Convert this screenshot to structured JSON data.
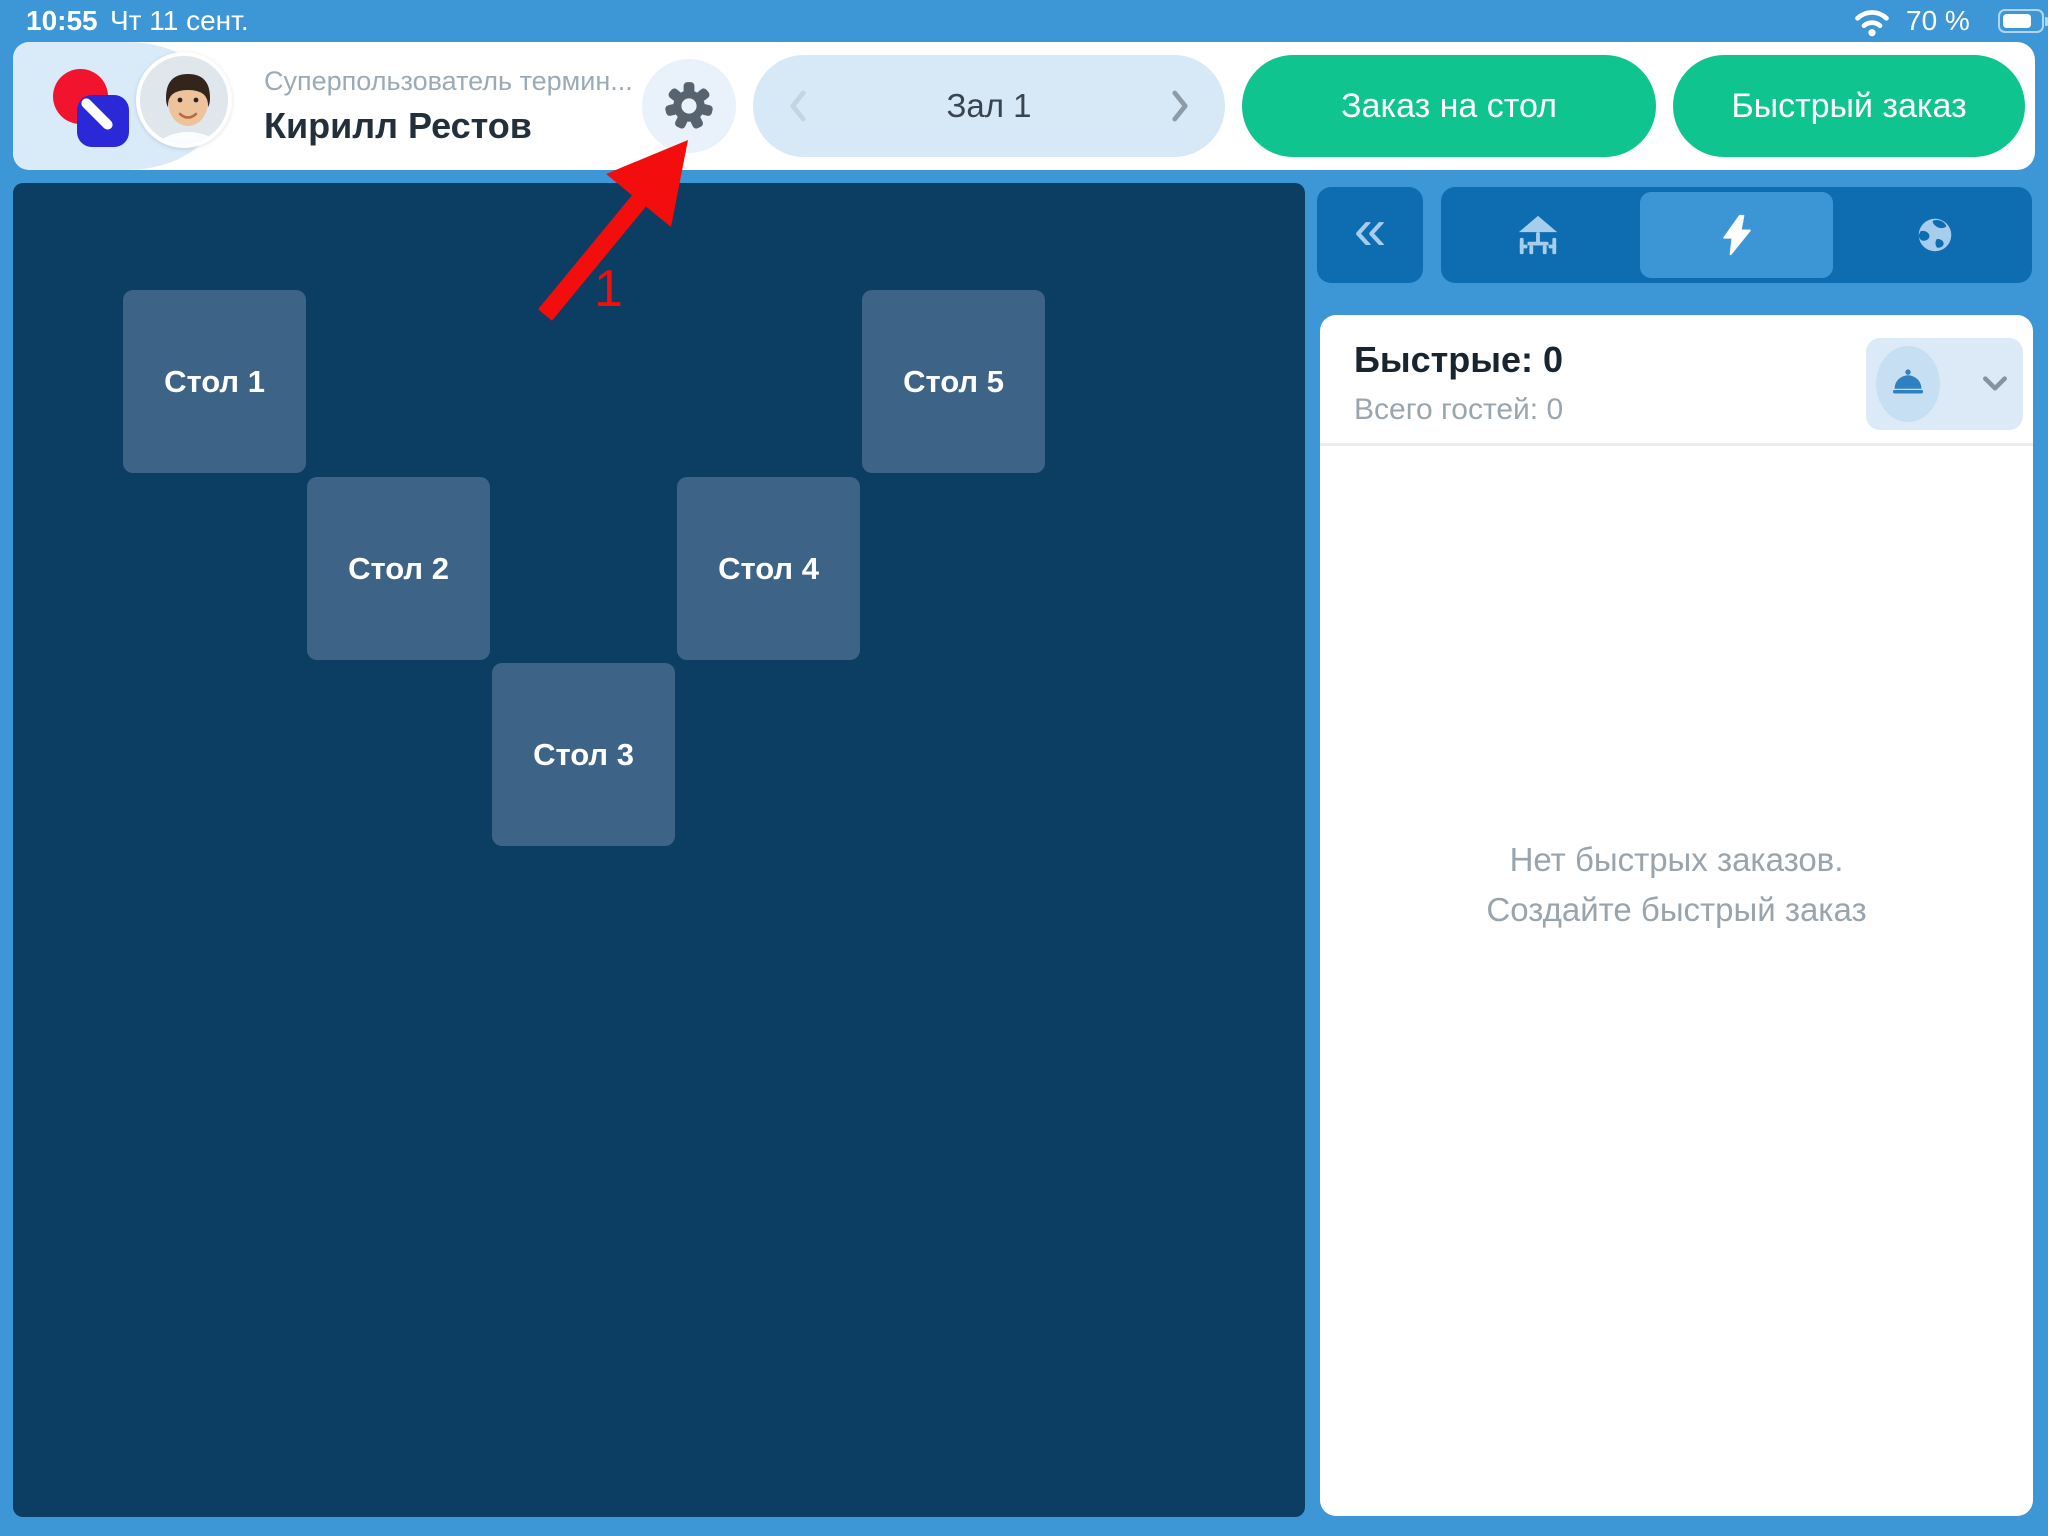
{
  "status_bar": {
    "time": "10:55",
    "date": "Чт 11 сент.",
    "battery_percent": "70 %"
  },
  "header": {
    "user_role": "Суперпользователь термин...",
    "user_name": "Кирилл Рестов",
    "hall_selector": {
      "current": "Зал 1"
    },
    "order_on_table_button": "Заказ на стол",
    "quick_order_button": "Быстрый заказ"
  },
  "floor_plan": {
    "tables": [
      {
        "label": "Стол 1"
      },
      {
        "label": "Стол 2"
      },
      {
        "label": "Стол 3"
      },
      {
        "label": "Стол 4"
      },
      {
        "label": "Стол 5"
      }
    ]
  },
  "right_panel": {
    "quick_orders_title": "Быстрые: 0",
    "guests_total": "Всего гостей: 0",
    "empty_state_line1": "Нет быстрых заказов.",
    "empty_state_line2": "Создайте быстрый заказ"
  },
  "annotation": {
    "step_number": "1"
  },
  "icons": {
    "collapse": "«"
  },
  "colors": {
    "page_bg": "#3d97d6",
    "floor_bg": "#0c3d62",
    "table_tile": "#3d6486",
    "accent_green": "#10c48f",
    "panel_button_blue": "#0e6cb1",
    "selected_tab_blue": "#3c96d6",
    "icon_light_blue": "#a6cdec",
    "annotation_red": "#f30d0d",
    "logo_red": "#f2132f",
    "logo_blue": "#2a28d7"
  }
}
